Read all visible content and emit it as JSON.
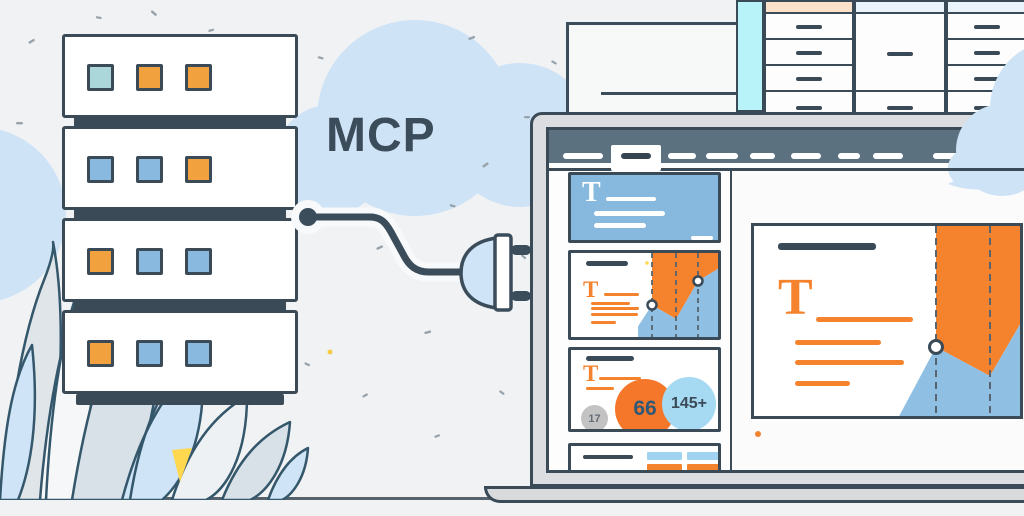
{
  "scene": {
    "mcp_label": "MCP",
    "server_rack": {
      "units": [
        {
          "lights": [
            "teal",
            "orange",
            "orange"
          ]
        },
        {
          "lights": [
            "blue",
            "blue",
            "orange"
          ]
        },
        {
          "lights": [
            "orange",
            "blue",
            "blue"
          ]
        },
        {
          "lights": [
            "orange",
            "blue",
            "blue"
          ]
        }
      ]
    },
    "laptop_screen": {
      "hero_card": {
        "letter": "T"
      },
      "chart_card": {
        "letter": "T"
      },
      "stats_card": {
        "letter": "T",
        "stats": [
          {
            "value": "17"
          },
          {
            "value": "66"
          },
          {
            "value": "145+"
          }
        ]
      },
      "main_card": {
        "letter": "T"
      }
    },
    "colors": {
      "outline": "#3a4a57",
      "navbar": "#5b7180",
      "orange": "#f5822d",
      "blue": "#8ab9df",
      "cloud": "#cfe3f6",
      "cyan_folder": "#b7f3f9",
      "peach_drawer": "#fbe2cb",
      "teal_light": "#abd7db",
      "stat_gray": "#c3c3c3",
      "stat_orange": "#f4772a",
      "stat_blue": "#a6d9f2",
      "yellow_accent": "#ffd84f"
    }
  }
}
